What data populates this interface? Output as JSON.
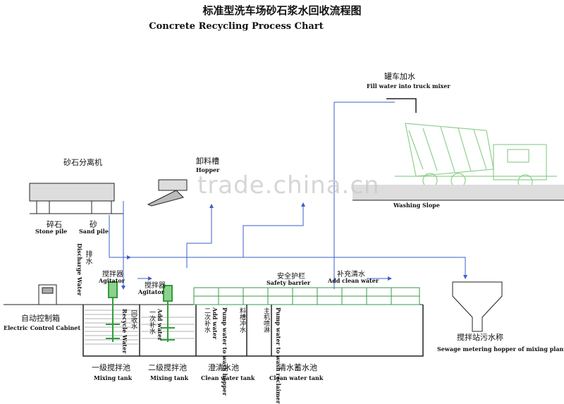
{
  "title_cn": "标准型洗车场砂石浆水回收流程图",
  "title_en": "Concrete Recycling Process Chart",
  "labels": {
    "fill_truck_cn": "罐车加水",
    "fill_truck_en": "Fill water into truck mixer",
    "separator_cn": "砂石分离机",
    "hopper_cn": "卸料槽",
    "hopper_en": "Hopper",
    "washing_slope_en": "Washing Slope",
    "stone_pile_cn": "碎石",
    "stone_pile_en": "Stone pile",
    "sand_pile_cn": "砂",
    "sand_pile_en": "Sand pile",
    "discharge_cn": "排水",
    "discharge_en": "Discharge Water",
    "agitator1_cn": "搅拌器",
    "agitator1_en": "Agitator",
    "agitator2_cn": "搅拌器",
    "agitator2_en": "Agitator",
    "safety_cn": "安全护栏",
    "safety_en": "Safety barrier",
    "clean_water_cn": "补充清水",
    "clean_water_en": "Add clean water",
    "control_cn": "自动控制箱",
    "control_en": "Electric Control Cabinet",
    "sewage_cn": "搅拌站污水称",
    "sewage_en": "Sewage metering hopper of mixing plant",
    "tank1_cn": "一级搅拌池",
    "tank1_en": "Mixing tank",
    "tank2_cn": "二级搅拌池",
    "tank2_en": "Mixing tank",
    "tank3_cn": "澄清水池",
    "tank3_en": "Clean water tank",
    "tank4_cn": "清水蓄水池",
    "tank4_en": "Clean water tank",
    "recycle_cn": "回收水",
    "recycle_en": "Recycle Water",
    "add_water1_cn": "一次补水",
    "add_water1_en": "Add water",
    "add_water2_cn": "二次补水",
    "add_water2_en": "Add water",
    "pump_hopper_cn": "料槽冲水",
    "pump_hopper_en": "Pump water to wash hopper",
    "pump_reclaimer_cn": "主机喷淋",
    "pump_reclaimer_en": "Pump water to wash reclaimer"
  },
  "watermark": "trade.china.cn",
  "colors": {
    "flow": "#3a5fcd",
    "green": "#2e9e3a",
    "line": "#222222",
    "barrier": "#3a9a4a"
  }
}
